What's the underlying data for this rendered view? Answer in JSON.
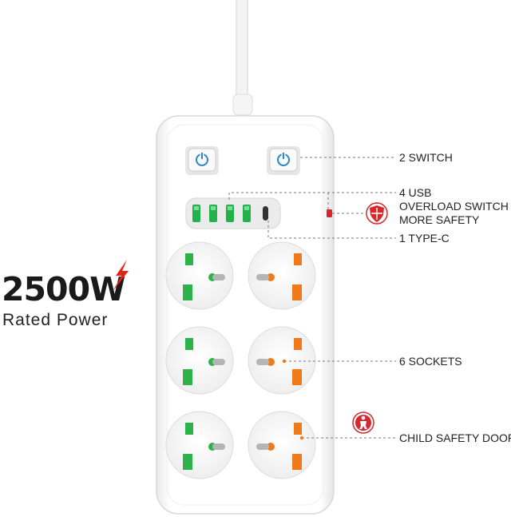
{
  "power": {
    "value": "2500W",
    "subtitle": "Rated Power",
    "accent": "#e2231a"
  },
  "callouts": {
    "switch": "2 SWITCH",
    "usb": "4 USB",
    "overload_line1": "OVERLOAD SWITCH",
    "overload_line2": "MORE SAFETY",
    "typec": "1 TYPE-C",
    "sockets": "6 SOCKETS",
    "child": "CHILD SAFETY DOOR"
  },
  "colors": {
    "green": "#2db34a",
    "orange": "#f07a1a",
    "usb": "#22b24c",
    "red": "#d7262c",
    "button": "#2a86c8"
  }
}
